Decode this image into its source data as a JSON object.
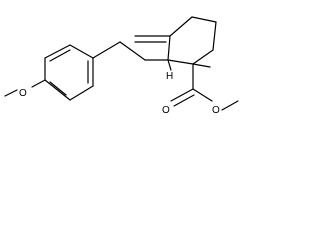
{
  "structure": {
    "atoms": {
      "methoxy_oxygen": "O",
      "stereo_hydrogen": "H",
      "ester_carbonyl_oxygen": "O",
      "ester_ether_oxygen": "O"
    }
  }
}
